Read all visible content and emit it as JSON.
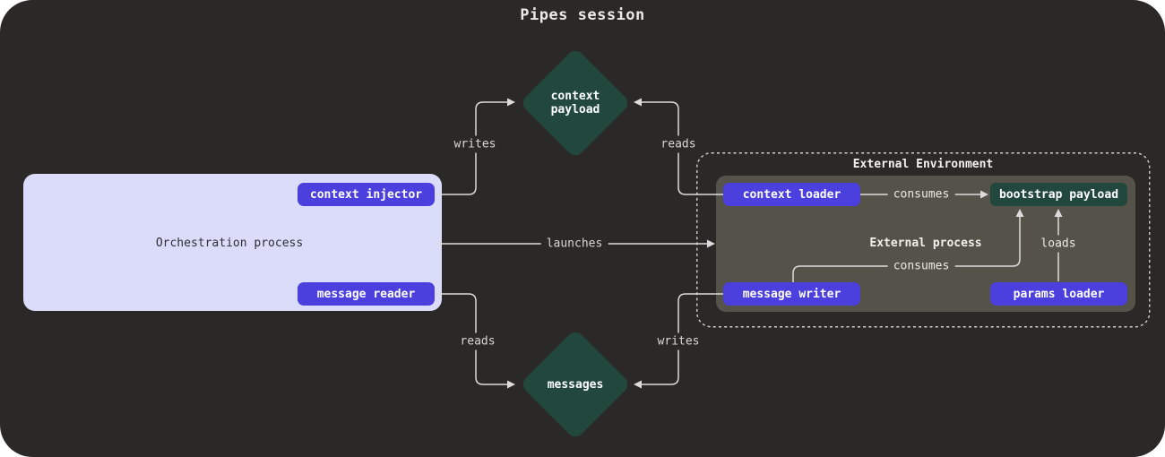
{
  "title": "Pipes session",
  "orchestration": {
    "label": "Orchestration process",
    "context_injector": "context injector",
    "message_reader": "message reader"
  },
  "external_environment": {
    "label": "External Environment",
    "external_process": {
      "label": "External process",
      "context_loader": "context loader",
      "bootstrap_payload": "bootstrap payload",
      "message_writer": "message writer",
      "params_loader": "params loader"
    }
  },
  "artifacts": {
    "context_payload": "context payload",
    "messages": "messages"
  },
  "edges": {
    "writes_top": "writes",
    "reads_top": "reads",
    "launches": "launches",
    "consumes_top": "consumes",
    "consumes_mid": "consumes",
    "loads": "loads",
    "reads_bottom": "reads",
    "writes_bottom": "writes"
  },
  "colors": {
    "canvas_bg": "#2b2927",
    "accent_purple": "#4b3fde",
    "artifact_green": "#22483e",
    "process_gray": "#555349",
    "orchestration_lavender": "#dbdcf9",
    "line": "#dcdcdc"
  }
}
